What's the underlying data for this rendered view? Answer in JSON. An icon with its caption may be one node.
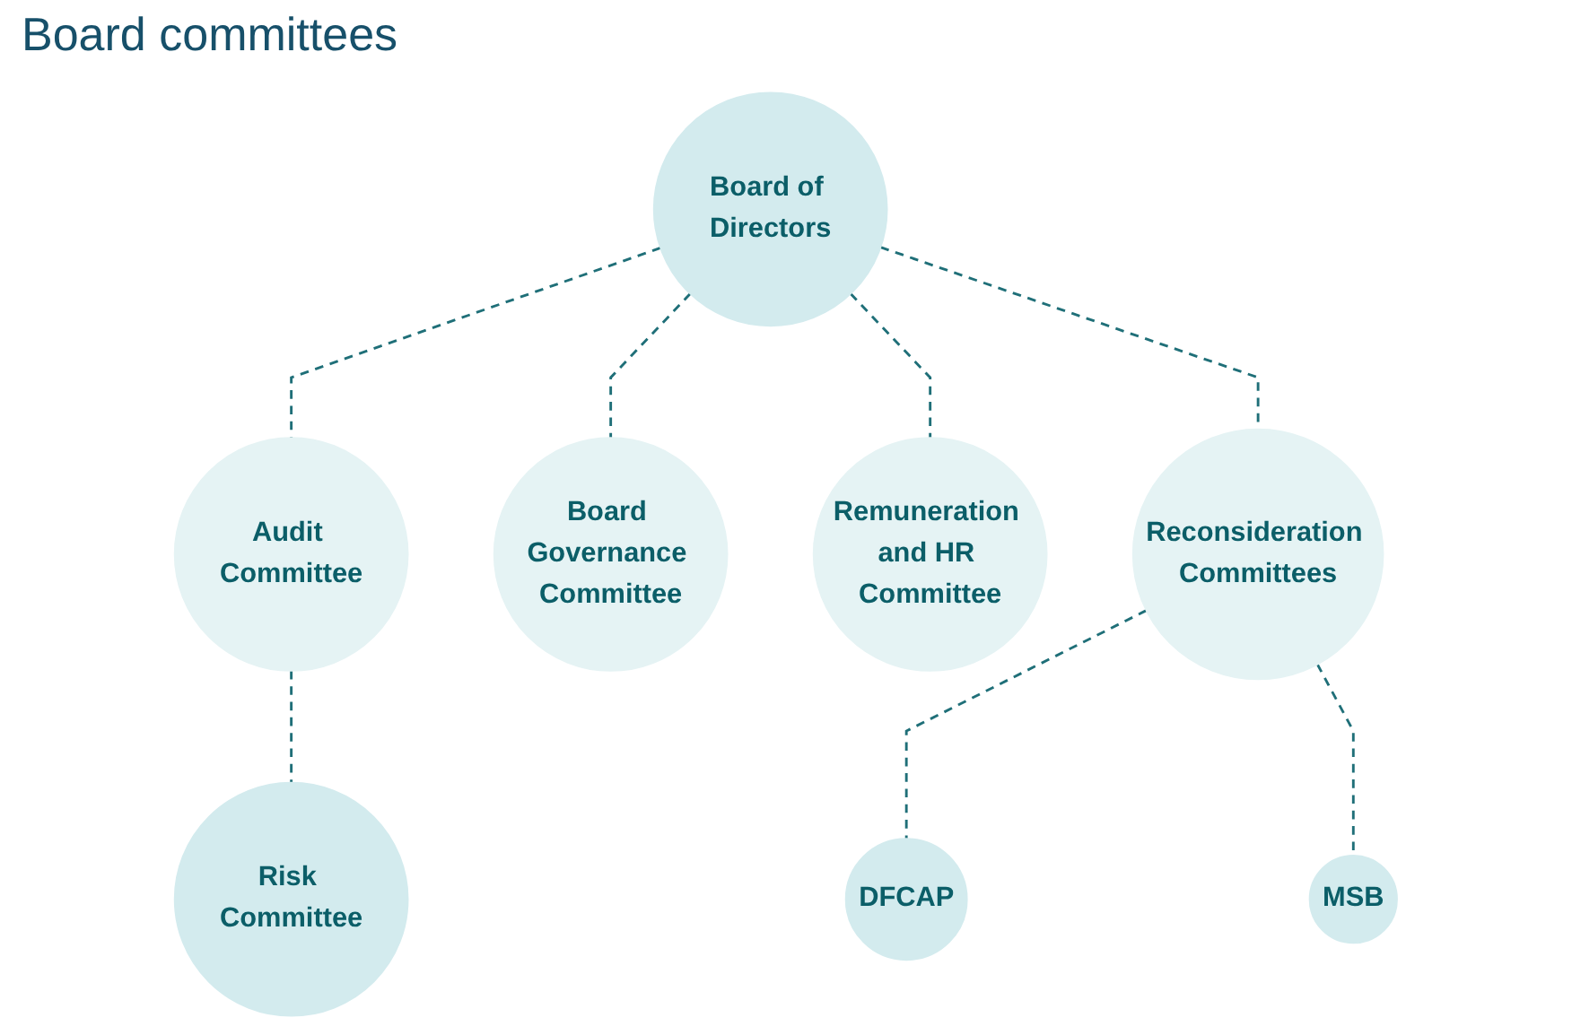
{
  "diagram": {
    "title": "Board committees",
    "nodes": [
      {
        "text": [
          "Board of Directors"
        ]
      },
      {
        "text": [
          "Audit Committee"
        ]
      },
      {
        "text": [
          "Board Governance Committee"
        ]
      },
      {
        "text": [
          "Remuneration and HR Committee"
        ]
      },
      {
        "text": [
          "Reconsideration Committees"
        ]
      },
      {
        "text": [
          "Risk Committee"
        ]
      },
      {
        "text": [
          "DFCAP"
        ]
      },
      {
        "text": [
          "MSB"
        ]
      }
    ],
    "edges": [
      {
        "from": 0,
        "to": 1,
        "arrow": "none",
        "style": "dashed"
      },
      {
        "from": 0,
        "to": 2,
        "arrow": "none",
        "style": "dashed"
      },
      {
        "from": 0,
        "to": 3,
        "arrow": "none",
        "style": "dashed"
      },
      {
        "from": 0,
        "to": 4,
        "arrow": "none",
        "style": "dashed"
      },
      {
        "from": 1,
        "to": 5,
        "arrow": "none",
        "style": "dashed"
      },
      {
        "from": 4,
        "to": 6,
        "arrow": "none",
        "style": "dashed"
      },
      {
        "from": 4,
        "to": 7,
        "arrow": "none",
        "style": "dashed"
      }
    ]
  }
}
